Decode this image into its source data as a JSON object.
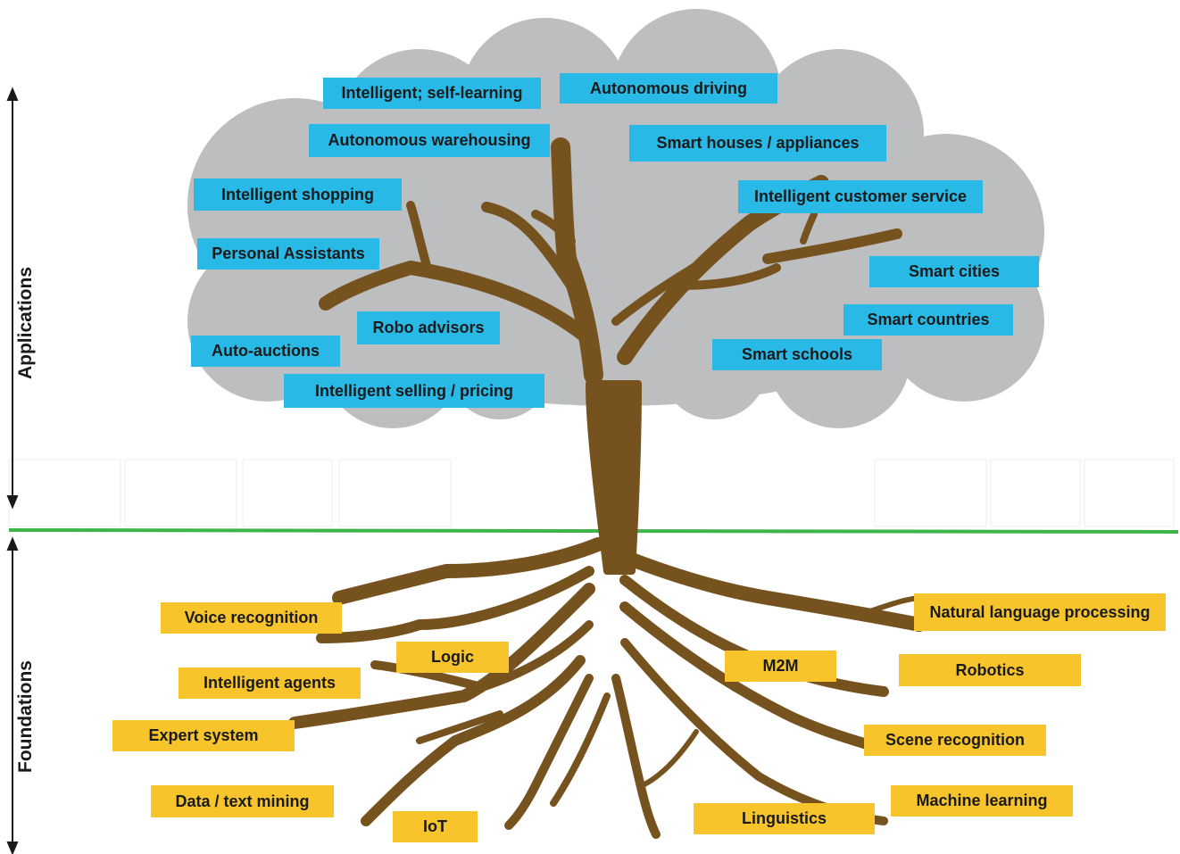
{
  "axis": {
    "applications": "Applications",
    "foundations": "Foundations"
  },
  "applications": [
    "Intelligent; self-learning",
    "Autonomous driving",
    "Autonomous warehousing",
    "Smart houses / appliances",
    "Intelligent shopping",
    "Intelligent customer service",
    "Personal Assistants",
    "Smart cities",
    "Robo advisors",
    "Smart countries",
    "Auto-auctions",
    "Smart schools",
    "Intelligent selling / pricing"
  ],
  "foundations": [
    "Voice recognition",
    "Natural language processing",
    "Logic",
    "M2M",
    "Robotics",
    "Intelligent agents",
    "Expert system",
    "Scene recognition",
    "Data / text mining",
    "Machine learning",
    "Linguistics",
    "IoT"
  ],
  "colors": {
    "application_box": "#29b9e6",
    "foundation_box": "#f7c52b",
    "cloud": "#bcbec0",
    "tree": "#76521f",
    "ground": "#3db54a"
  }
}
